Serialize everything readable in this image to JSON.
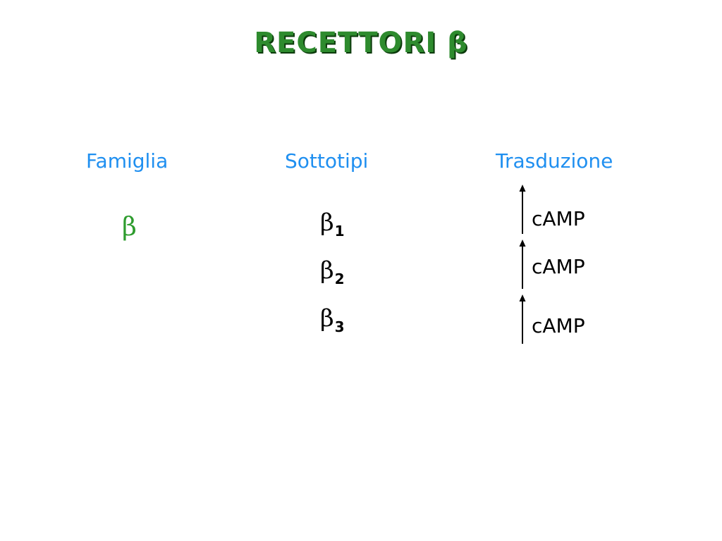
{
  "slide": {
    "title": "RECETTORI β"
  },
  "table": {
    "headers": {
      "famiglia": "Famiglia",
      "sottotipi": "Sottotipi",
      "trasduzione": "Trasduzione"
    },
    "family": "β",
    "subtypes": [
      {
        "symbol": "β",
        "index": "1"
      },
      {
        "symbol": "β",
        "index": "2"
      },
      {
        "symbol": "β",
        "index": "3"
      }
    ],
    "transduction": [
      {
        "label": "cAMP",
        "direction": "up"
      },
      {
        "label": "cAMP",
        "direction": "up"
      },
      {
        "label": "cAMP",
        "direction": "up"
      }
    ]
  },
  "colors": {
    "title": "#2e8b2e",
    "header": "#1f8ff0",
    "family_symbol": "#2e9c2e",
    "text": "#000000"
  },
  "icons": {
    "transduction_arrow": "arrow-up-icon"
  }
}
